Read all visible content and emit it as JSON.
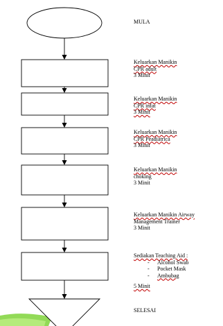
{
  "steps": [
    {
      "id": "start",
      "lines": [
        "MULA"
      ]
    },
    {
      "id": "adult",
      "lines": [
        "Keluarkan Manikin",
        "CPR adult",
        "3 Minit"
      ]
    },
    {
      "id": "infant",
      "lines": [
        "Keluarkan Manikin",
        "CPR infat",
        "3 Minit"
      ]
    },
    {
      "id": "paediatric",
      "lines": [
        "Keluarkan Manikin",
        "CPR Peadiatrica",
        "3 Minit"
      ]
    },
    {
      "id": "choking",
      "lines": [
        "Keluarkan Manikin",
        "choking",
        "3 Minit"
      ]
    },
    {
      "id": "airway",
      "lines": [
        "Keluarkan Manikin Airway",
        "Management Trainer",
        "3 Minit"
      ]
    },
    {
      "id": "teaching",
      "title": "Sediakan Teaching Aid :",
      "bullets": [
        "Alcohol Swab",
        "Pocket Mask",
        "Ambubag"
      ],
      "time": "5 Minit"
    },
    {
      "id": "end",
      "lines": [
        "SELESAI"
      ]
    }
  ],
  "colors": {
    "stroke": "#000000",
    "accent_green": "#7fd33a"
  }
}
